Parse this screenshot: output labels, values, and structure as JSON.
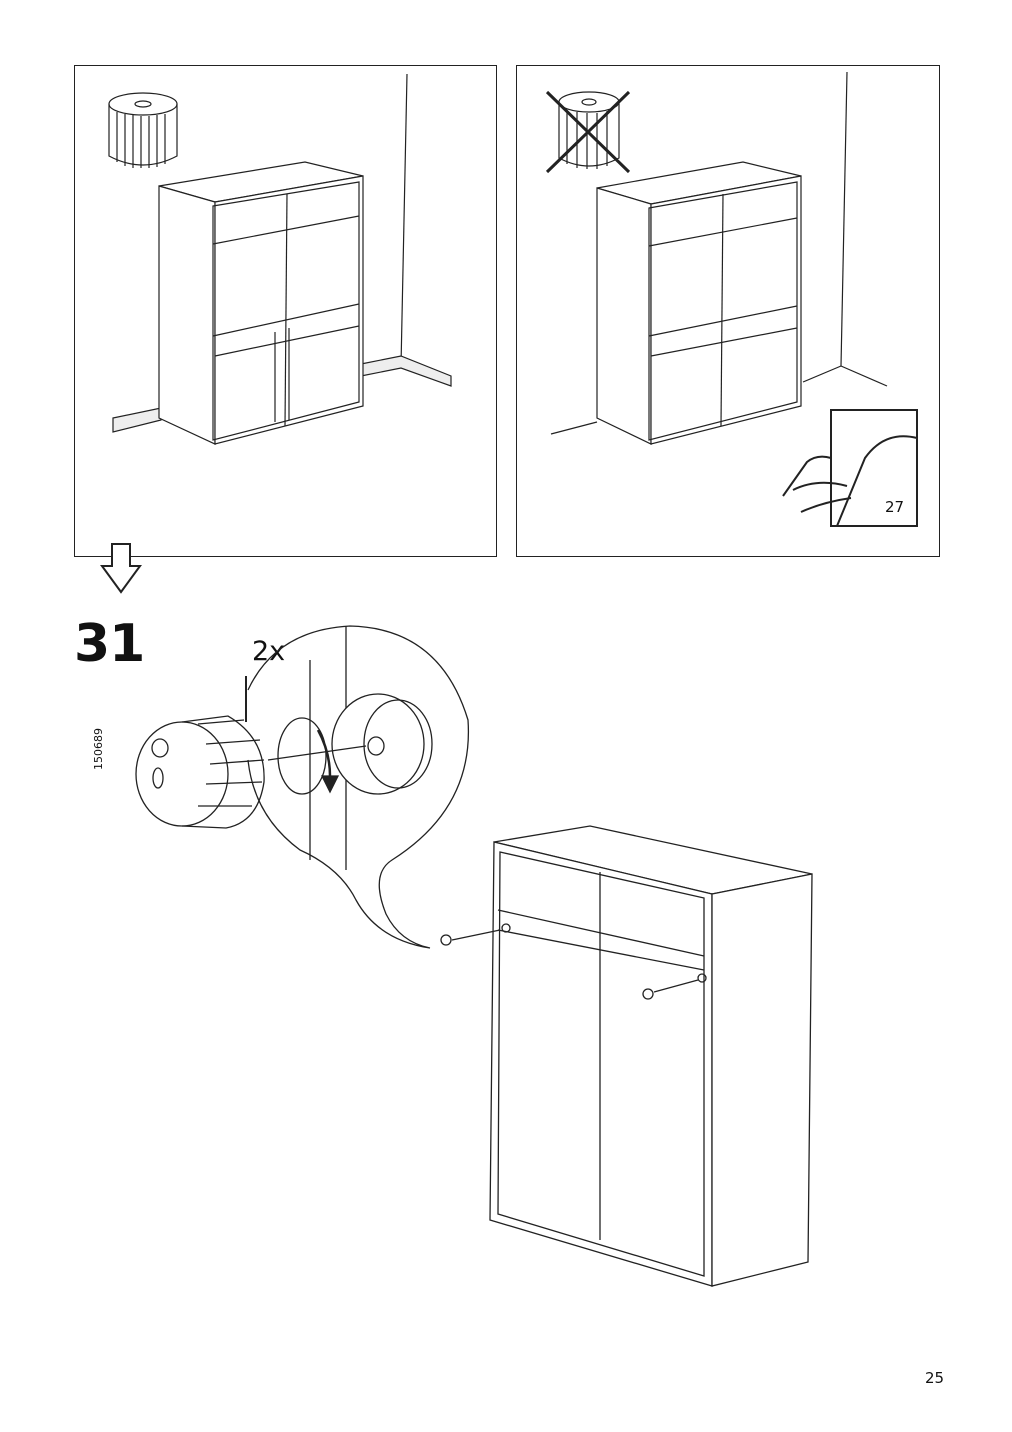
{
  "step": {
    "number": "31",
    "quantity": "2x",
    "part_number": "150689"
  },
  "reference": {
    "page": "27"
  },
  "footer": {
    "page_number": "25"
  },
  "icons": [
    "knob-icon",
    "cabinet-icon",
    "no-knob-icon",
    "page-turn-icon",
    "next-arrow-icon",
    "rotate-arrow-icon"
  ]
}
